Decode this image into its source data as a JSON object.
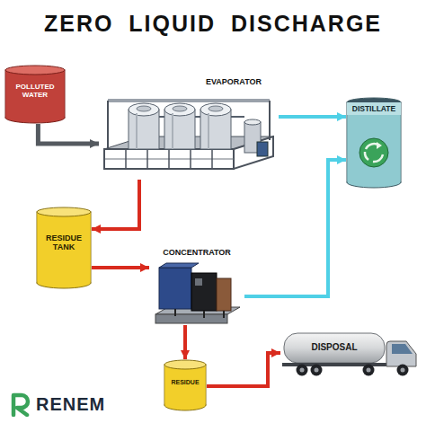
{
  "diagram": {
    "title": "ZERO LIQUID DISCHARGE",
    "nodes": [
      {
        "text": [
          "POLLUTED WATER"
        ]
      },
      {
        "text": [
          "EVAPORATOR"
        ]
      },
      {
        "text": [
          "DISTILLATE"
        ]
      },
      {
        "text": [
          "RESIDUE TANK"
        ]
      },
      {
        "text": [
          "CONCENTRATOR"
        ]
      },
      {
        "text": [
          "RESIDUE"
        ]
      },
      {
        "text": [
          "DISPOSAL"
        ]
      }
    ],
    "edges": [
      {
        "from": 0,
        "to": 1,
        "arrow": "to"
      },
      {
        "from": 1,
        "to": 2,
        "arrow": "to"
      },
      {
        "from": 1,
        "to": 3,
        "arrow": "to"
      },
      {
        "from": 3,
        "to": 4,
        "arrow": "to"
      },
      {
        "from": 4,
        "to": 2,
        "arrow": "to"
      },
      {
        "from": 4,
        "to": 5,
        "arrow": "to"
      },
      {
        "from": 5,
        "to": 6,
        "arrow": "to"
      }
    ],
    "labels": [
      "RENEM"
    ]
  }
}
